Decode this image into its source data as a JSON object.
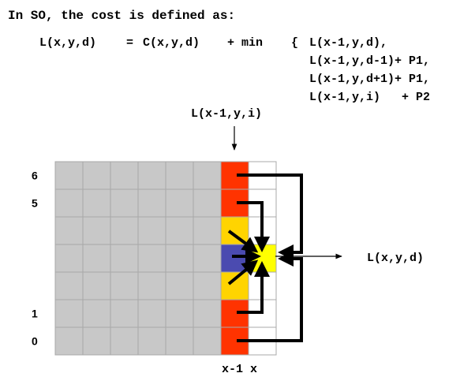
{
  "intro": "In SO, the cost is defined as:",
  "formula": {
    "lhs": "L(x,y,d)",
    "equals": "=",
    "cost": "C(x,y,d)",
    "plus": "+",
    "min_word": "min",
    "brace": "{",
    "terms": [
      "L(x-1,y,d),",
      "L(x-1,y,d-1)+ P1,",
      "L(x-1,y,d+1)+ P1,",
      "L(x-1,y,i)   + P2"
    ]
  },
  "diagram": {
    "top_label": "L(x-1,y,i)",
    "right_label": "L(x,y,d)",
    "bottom_label": "x-1 x",
    "row_labels": [
      {
        "text": "6",
        "row": 0
      },
      {
        "text": "5",
        "row": 1
      },
      {
        "text": "1",
        "row": 5
      },
      {
        "text": "0",
        "row": 6
      }
    ],
    "column_x1_cells": [
      "red",
      "red",
      "yellow",
      "blue",
      "yellow",
      "red",
      "red"
    ],
    "column_x_cells": [
      "white",
      "white",
      "white",
      "yellow",
      "white",
      "white",
      "white"
    ],
    "colors": {
      "grid_fill": "#c8c8c8",
      "grid_line": "#a8a8a8",
      "red": "#ff3300",
      "yellow": "#ffd400",
      "blue": "#4b4bb0",
      "white": "#ffffff",
      "center": "#ffff00"
    }
  }
}
